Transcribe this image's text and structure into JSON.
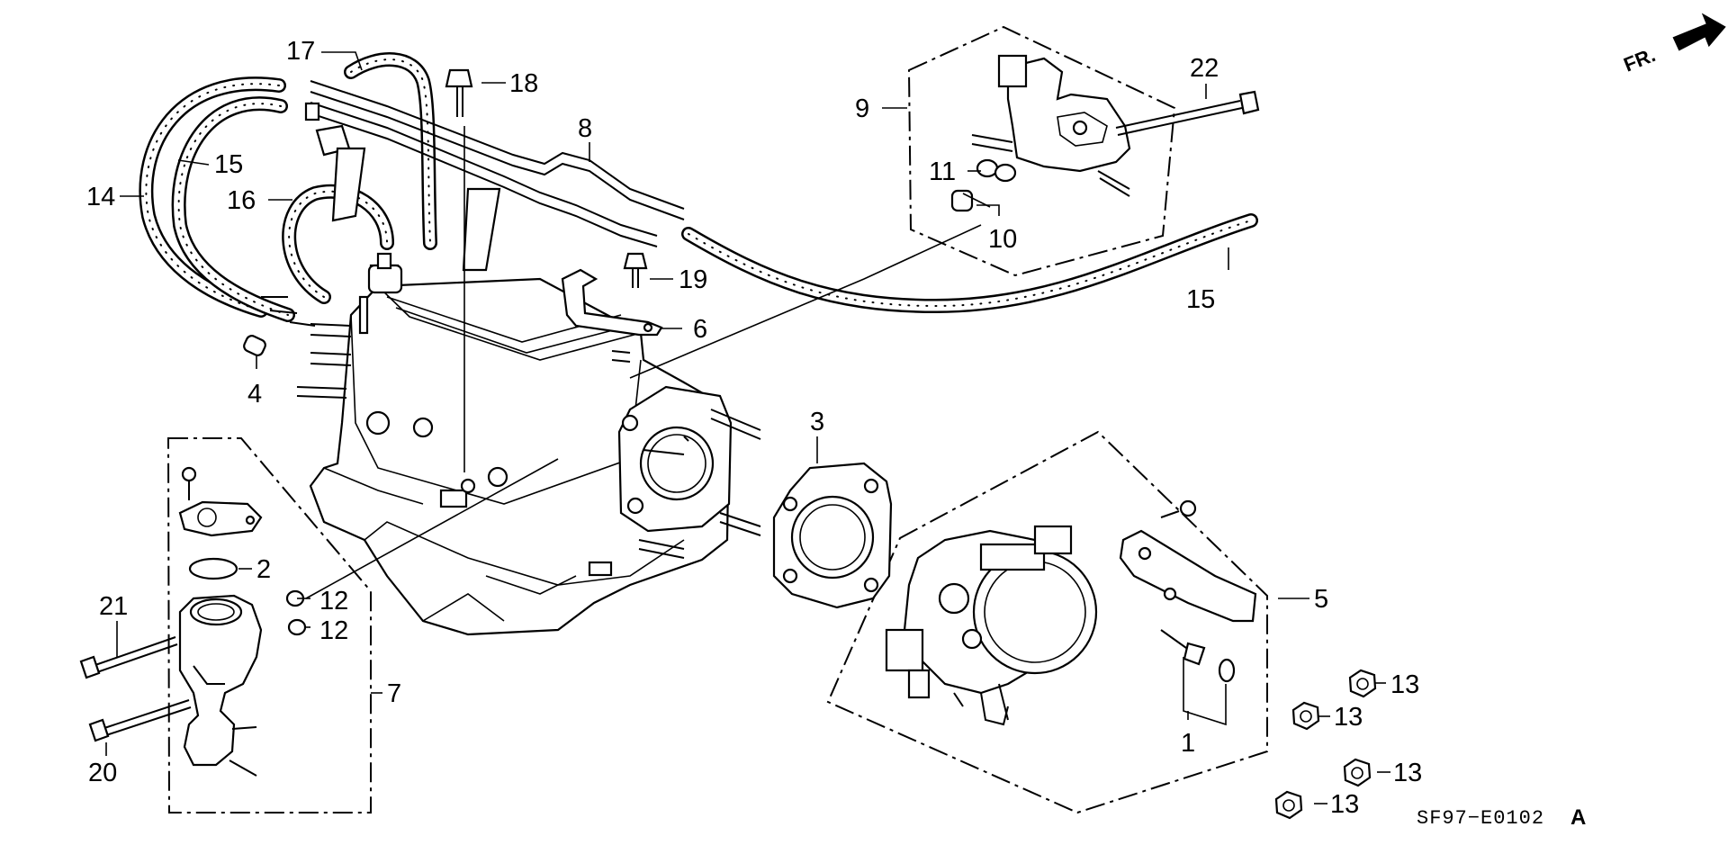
{
  "diagram": {
    "part_callouts": [
      "1",
      "2",
      "3",
      "4",
      "5",
      "6",
      "7",
      "8",
      "9",
      "10",
      "11",
      "12",
      "12",
      "13",
      "13",
      "13",
      "13",
      "14",
      "15",
      "15",
      "16",
      "17",
      "18",
      "19",
      "20",
      "21",
      "22"
    ],
    "direction_label": "FR.",
    "diagram_code": "SF97−E0102",
    "diagram_code_suffix": "A"
  },
  "icons": [
    "front-direction-arrow-icon"
  ],
  "colors": {
    "ink": "#000000",
    "paper": "#ffffff"
  }
}
